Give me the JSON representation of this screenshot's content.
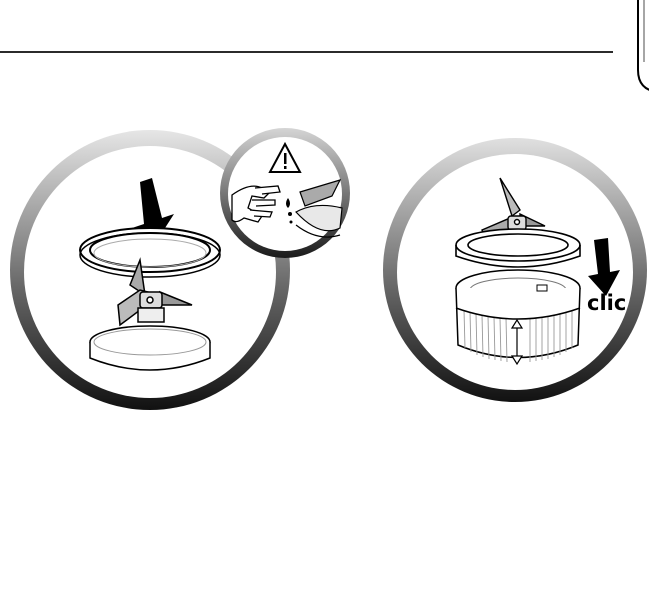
{
  "header": {
    "has_rule": true
  },
  "illustrations": [
    {
      "id": "step-1",
      "description_icon": "blade-gasket-assembly-icon",
      "inset_icon": "warning-icon"
    },
    {
      "id": "step-2",
      "description_icon": "blade-base-lock-icon",
      "label": "clic"
    }
  ],
  "colors": {
    "ink": "#000000",
    "ring_dark": "#1a1a1a",
    "ring_light": "#d8d8d8"
  }
}
